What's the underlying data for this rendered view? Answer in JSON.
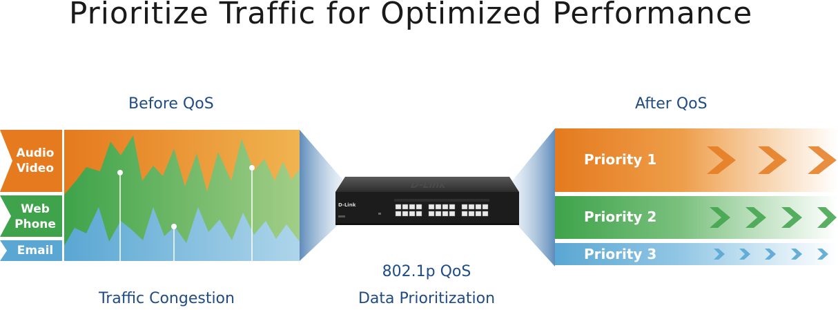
{
  "title": "Prioritize Traffic for Optimized Performance",
  "before": {
    "heading": "Before QoS",
    "caption": "Traffic Congestion",
    "categories": [
      {
        "label_lines": [
          "Audio",
          "Video"
        ],
        "color": "#e57a1e"
      },
      {
        "label_lines": [
          "Web",
          "Phone"
        ],
        "color": "#3ea34a"
      },
      {
        "label_lines": [
          "Email"
        ],
        "color": "#5aa7d3"
      }
    ]
  },
  "center": {
    "line1": "802.1p QoS",
    "line2": "Data Prioritization",
    "device": "network-switch",
    "brand_text": "D-Link"
  },
  "after": {
    "heading": "After QoS",
    "lanes": [
      {
        "label": "Priority 1",
        "color": "#e57a1e"
      },
      {
        "label": "Priority 2",
        "color": "#3ea34a"
      },
      {
        "label": "Priority 3",
        "color": "#5aa7d3"
      }
    ]
  },
  "colors": {
    "orange": "#e57a1e",
    "green": "#3ea34a",
    "blue": "#5aa7d3",
    "navy_text": "#1f4b86"
  }
}
